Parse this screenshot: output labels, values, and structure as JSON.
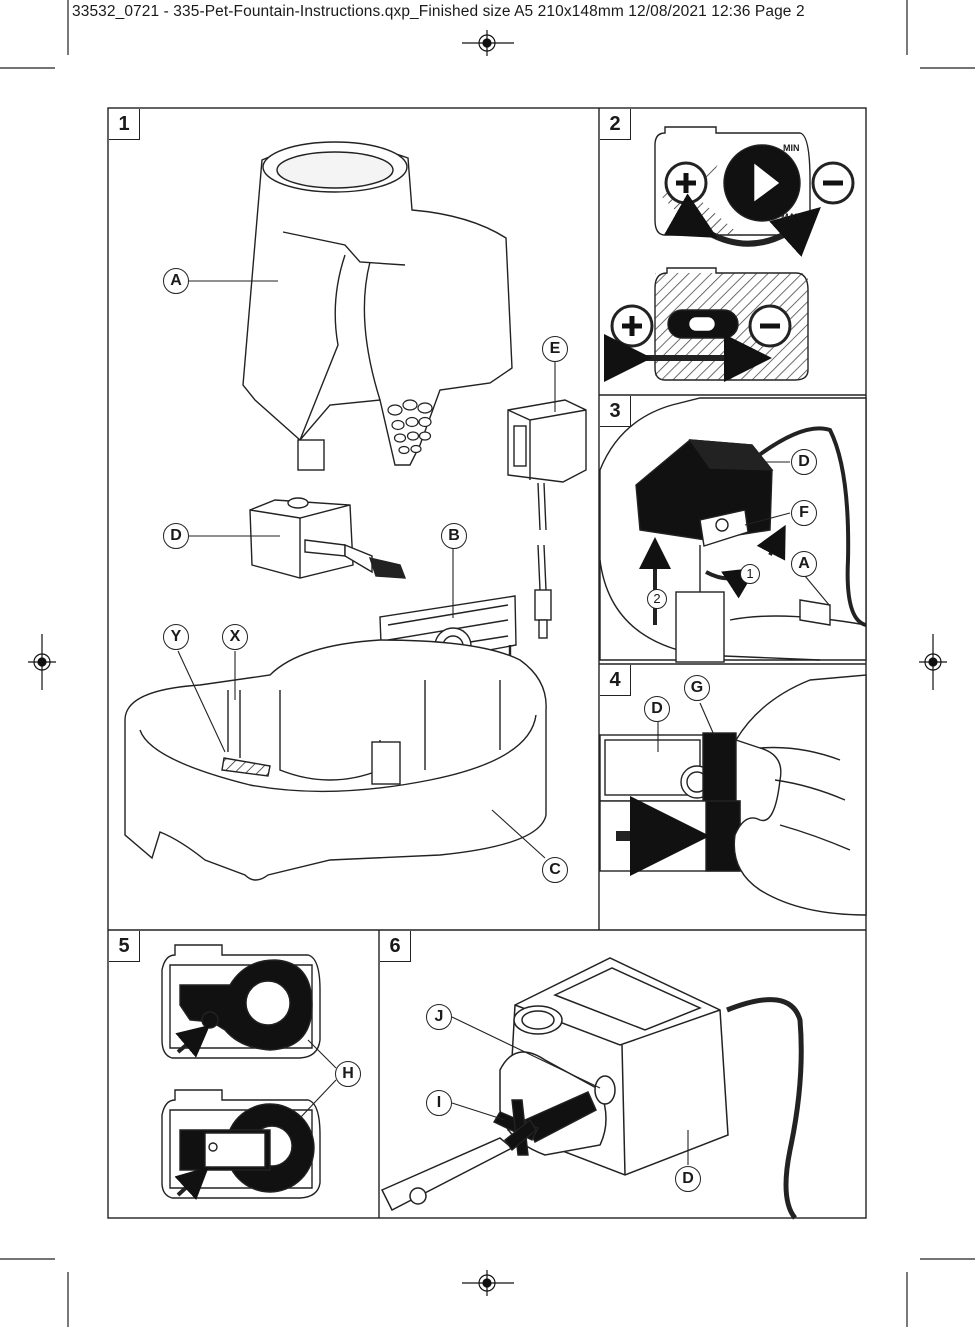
{
  "header": {
    "print_slug": "33532_0721 - 335-Pet-Fountain-Instructions.qxp_Finished size A5 210x148mm  12/08/2021  12:36  Page 2"
  },
  "panels": [
    {
      "number": "1",
      "callouts": [
        "A",
        "E",
        "D",
        "B",
        "Y",
        "X",
        "C"
      ]
    },
    {
      "number": "2",
      "dial_labels": [
        "MIN",
        "MAX"
      ]
    },
    {
      "number": "3",
      "callouts": [
        "D",
        "F",
        "A"
      ],
      "steps": [
        "1",
        "2"
      ]
    },
    {
      "number": "4",
      "callouts": [
        "G",
        "D"
      ]
    },
    {
      "number": "5",
      "callouts": [
        "H"
      ]
    },
    {
      "number": "6",
      "callouts": [
        "J",
        "I",
        "D"
      ]
    }
  ],
  "icons": [
    "registration-mark-icon",
    "plus-icon",
    "minus-icon",
    "arrow-icon"
  ]
}
